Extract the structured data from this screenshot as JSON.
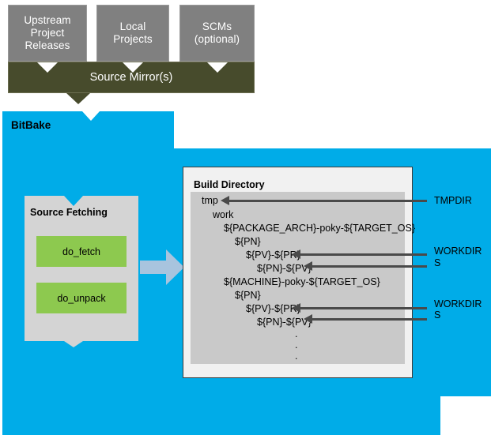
{
  "colors": {
    "blue": "#00ace8",
    "olive": "#474b2c",
    "gray_box": "#808080",
    "green": "#8dc94f",
    "panel_gray": "#d4d4d4",
    "tree_gray": "#c9c9c9",
    "arrow_light_blue": "#a8c4de",
    "arrow_dark": "#4a4a4a"
  },
  "top_sources": [
    {
      "label": "Upstream\nProject\nReleases",
      "lines": [
        "Upstream",
        "Project",
        "Releases"
      ]
    },
    {
      "label": "Local\nProjects",
      "lines": [
        "Local",
        "Projects"
      ]
    },
    {
      "label": "SCMs\n(optional)",
      "lines": [
        "SCMs",
        "(optional)"
      ]
    }
  ],
  "mirror": {
    "label": "Source Mirror(s)"
  },
  "bitbake": {
    "label": "BitBake"
  },
  "source_fetching": {
    "title": "Source Fetching",
    "tasks": [
      {
        "label": "do_fetch"
      },
      {
        "label": "do_unpack"
      }
    ]
  },
  "build_directory": {
    "title": "Build Directory",
    "tree": [
      {
        "text": "tmp",
        "indent": 0
      },
      {
        "text": "work",
        "indent": 1
      },
      {
        "text": "${PACKAGE_ARCH}-poky-${TARGET_OS}",
        "indent": 2
      },
      {
        "text": "${PN}",
        "indent": 3
      },
      {
        "text": "${PV}-${PR}",
        "indent": 4
      },
      {
        "text": "${PN}-${PV}",
        "indent": 5
      },
      {
        "text": "${MACHINE}-poky-${TARGET_OS}",
        "indent": 2
      },
      {
        "text": "${PN}",
        "indent": 3
      },
      {
        "text": "${PV}-${PR}",
        "indent": 4
      },
      {
        "text": "${PN}-${PV}",
        "indent": 5
      }
    ],
    "ellipsis": [
      ".",
      ".",
      "."
    ]
  },
  "variable_labels": [
    {
      "name": "TMPDIR",
      "points_to": "tmp"
    },
    {
      "name": "WORKDIR",
      "points_to": "${PV}-${PR}"
    },
    {
      "name": "S",
      "points_to": "${PN}-${PV}"
    },
    {
      "name": "WORKDIR",
      "points_to": "${PV}-${PR}"
    },
    {
      "name": "S",
      "points_to": "${PN}-${PV}"
    }
  ]
}
